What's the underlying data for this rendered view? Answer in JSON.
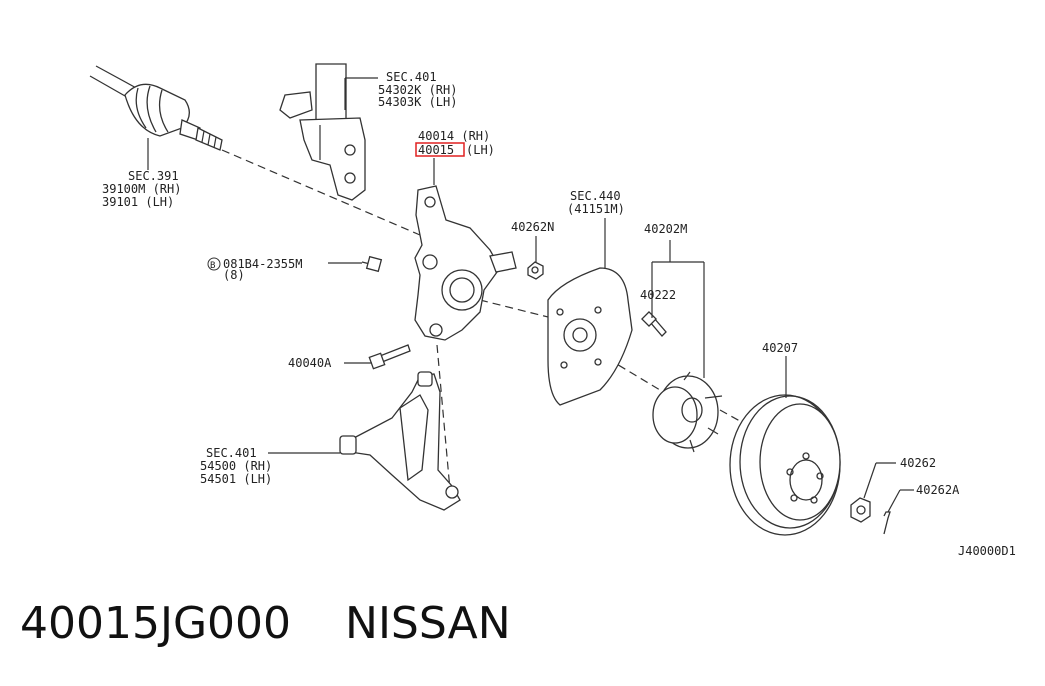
{
  "diagram": {
    "labels": {
      "sec401_top": "SEC.401",
      "p54302k": "54302K (RH)",
      "p54303k": "54303K (LH)",
      "p40014": "40014 (RH)",
      "p40015_num": "40015",
      "p40015_side": "(LH)",
      "sec391": "SEC.391",
      "p39100m": "39100M (RH)",
      "p39101": "39101  (LH)",
      "sec440": "SEC.440",
      "p41151m": "(41151M)",
      "p40262n": "40262N",
      "p40202m": "40202M",
      "p40222": "40222",
      "bolt_circle": "B",
      "bolt_num": "081B4-2355M",
      "bolt_qty": "(8)",
      "p40040a": "40040A",
      "p40207": "40207",
      "sec401_bottom": "SEC.401",
      "p54500": "54500 (RH)",
      "p54501": "54501 (LH)",
      "p40262": "40262",
      "p40262a": "40262A",
      "diagram_code": "J40000D1"
    },
    "highlight_color": "#e02020"
  },
  "caption": {
    "part_number": "40015JG000",
    "brand": "NISSAN"
  }
}
